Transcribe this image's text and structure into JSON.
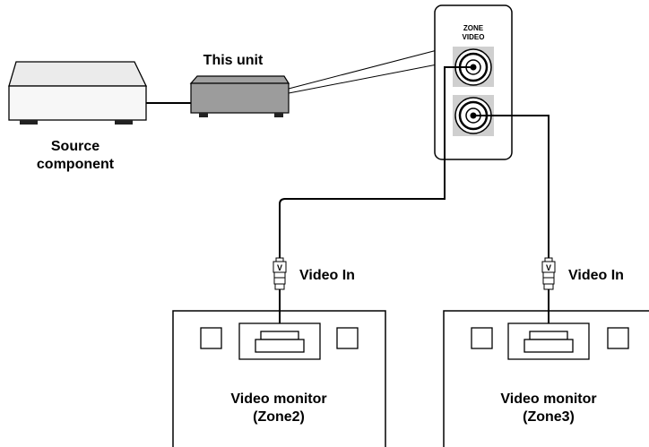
{
  "source": {
    "label_line1": "Source",
    "label_line2": "component"
  },
  "unit": {
    "label": "This unit"
  },
  "panel": {
    "title_line1": "ZONE",
    "title_line2": "VIDEO"
  },
  "plug_letter": "V",
  "zone2": {
    "input_label": "Video In",
    "monitor_line1": "Video monitor",
    "monitor_line2": "(Zone2)"
  },
  "zone3": {
    "input_label": "Video In",
    "monitor_line1": "Video monitor",
    "monitor_line2": "(Zone3)"
  }
}
